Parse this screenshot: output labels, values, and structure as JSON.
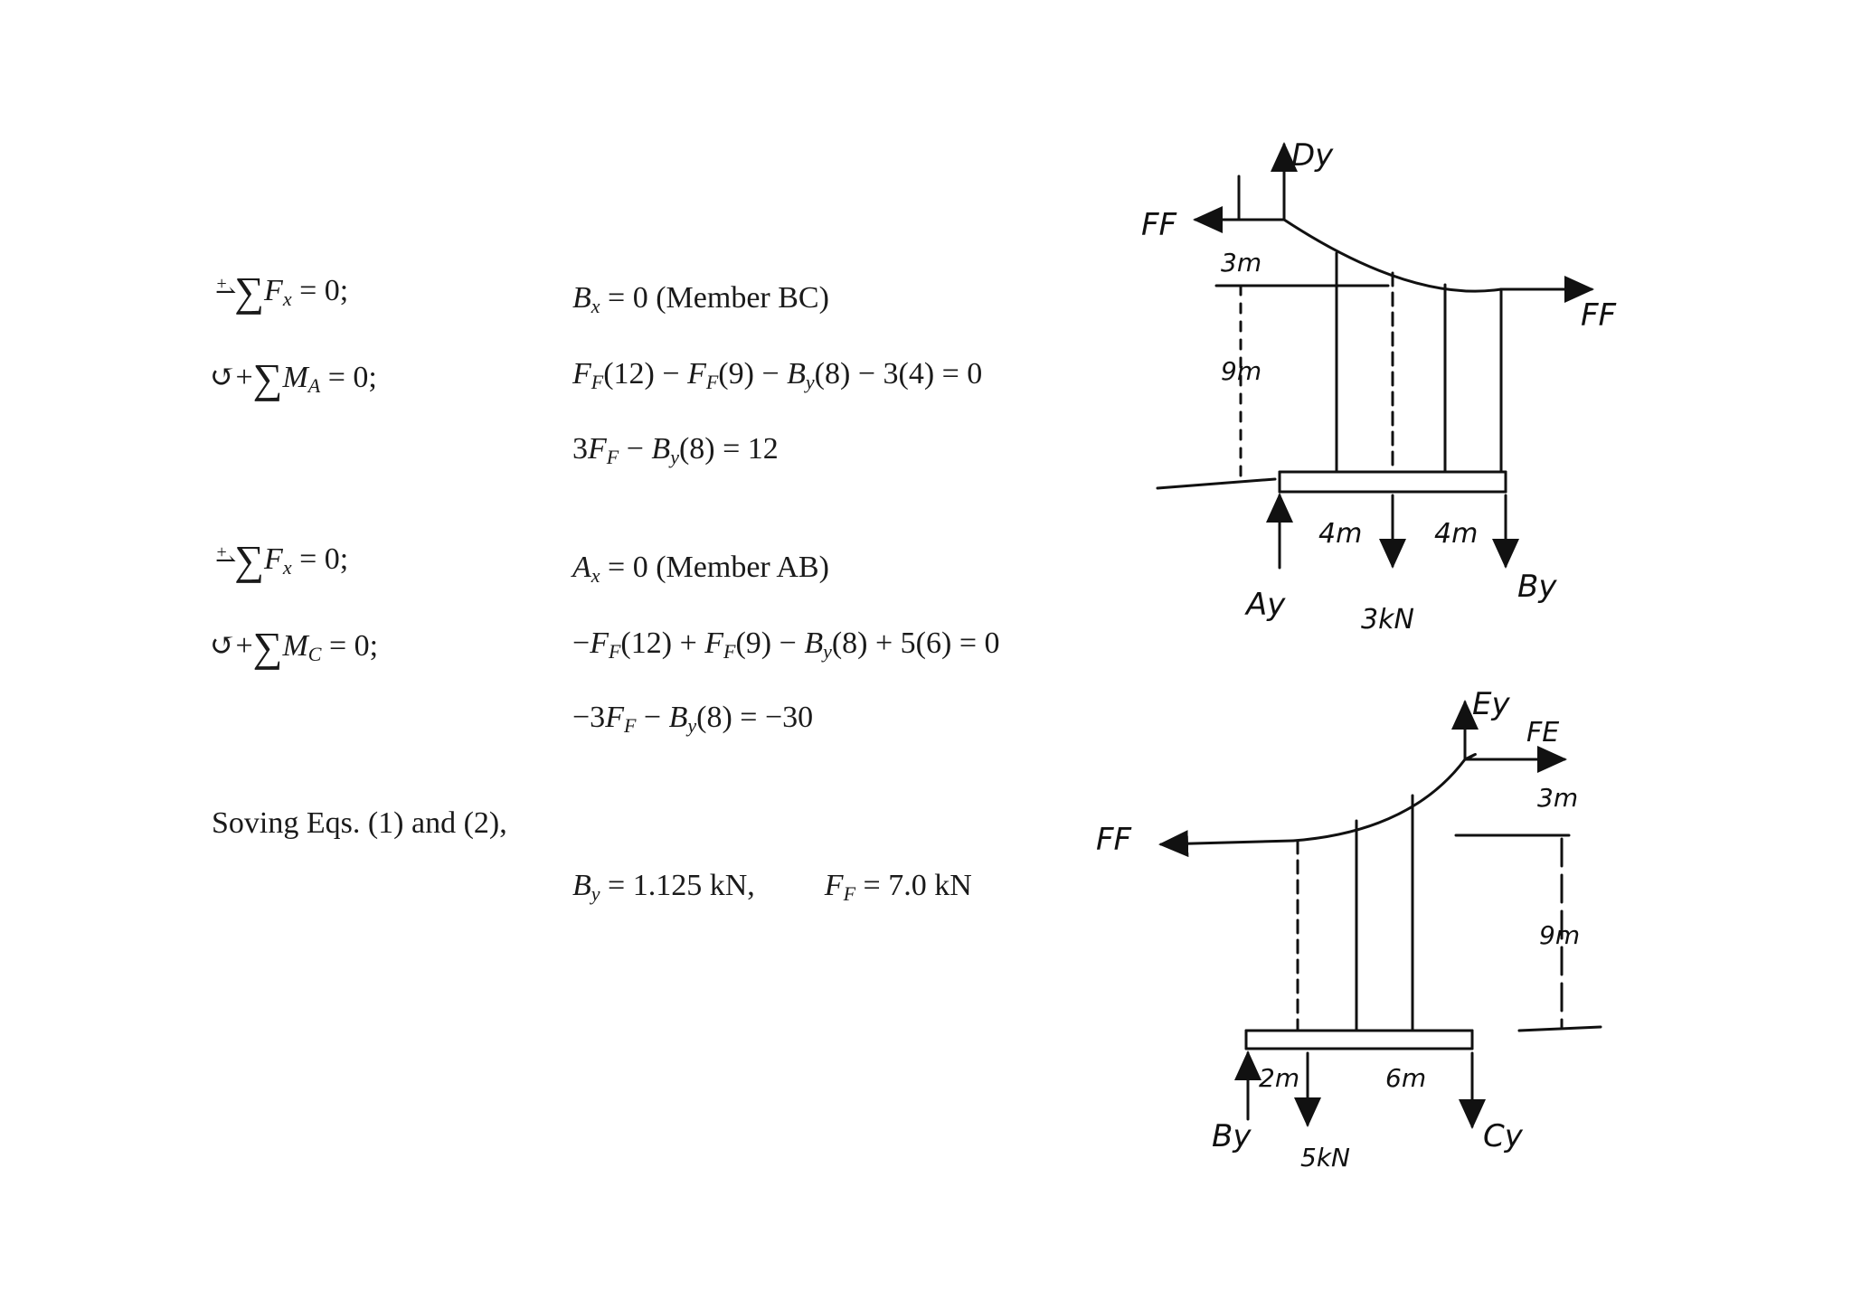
{
  "equations": {
    "block1": {
      "cond1": "= 0;",
      "result1": "= 0    (Member BC)",
      "cond2": "= 0;",
      "result2_tail": "(8) − 3(4) = 0",
      "result3_tail": "(8) = 12"
    },
    "block2": {
      "cond1": "= 0;",
      "result1": "= 0    (Member AB)",
      "cond2": "= 0;",
      "result2_tail": "(8) + 5(6) = 0",
      "result3_tail": "(8) = −30"
    },
    "solving_text": "Soving Eqs. (1) and (2),",
    "results": {
      "by_value": "= 1.125 kN,",
      "ff_value": "= 7.0 kN"
    }
  },
  "diagram1": {
    "labels": [
      "Dy",
      "FF",
      "3m",
      "9m",
      "FF",
      "4m",
      "4m",
      "Ay",
      "3kN",
      "By"
    ]
  },
  "diagram2": {
    "labels": [
      "Ey",
      "FE",
      "3m",
      "FF",
      "9m",
      "2m",
      "6m",
      "By",
      "5kN",
      "Cy"
    ]
  }
}
